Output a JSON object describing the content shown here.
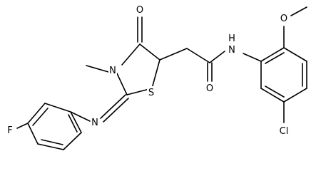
{
  "molecule": {
    "atoms": {
      "O_ketone": "O",
      "O_amide": "O",
      "O_methoxy": "O",
      "N_ring": "N",
      "N_amide_H": "N",
      "H_amide": "H",
      "S_ring": "S",
      "N_imine": "N",
      "F": "F",
      "Cl": "Cl"
    }
  },
  "colors": {
    "bond": "#000000",
    "label": "#000000",
    "background": "#ffffff"
  }
}
